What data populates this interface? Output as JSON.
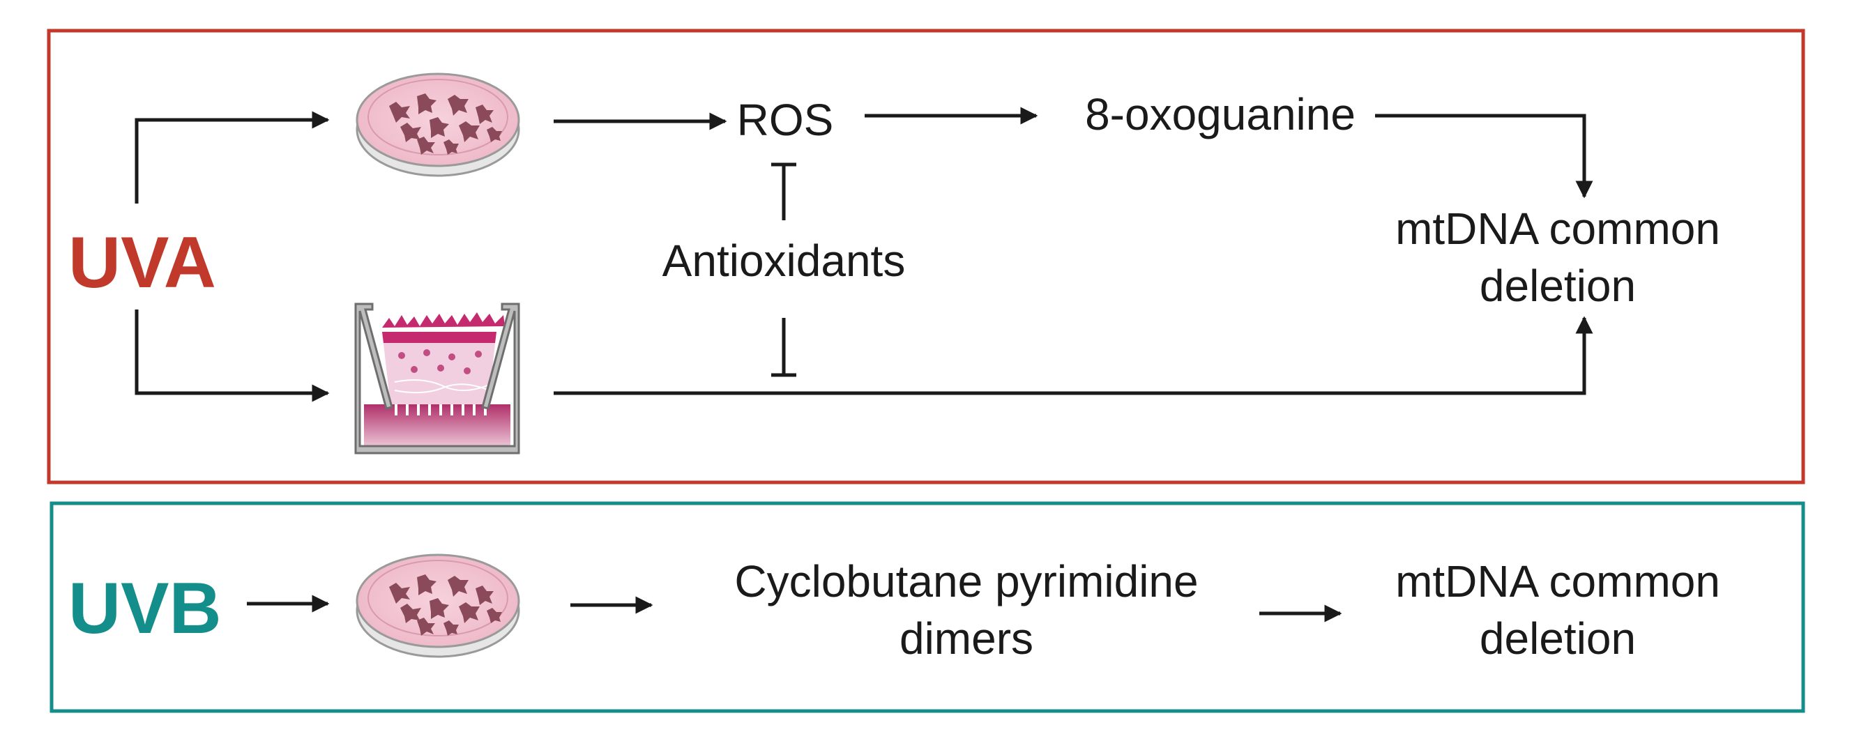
{
  "uva_panel": {
    "label": "UVA",
    "border_color": "#c0392b",
    "label_color": "#c0392b",
    "ros": "ROS",
    "oxoguanine": "8-oxoguanine",
    "antioxidants": "Antioxidants",
    "outcome_line1": "mtDNA common",
    "outcome_line2": "deletion",
    "top_model_icon": "petri-dish-cells-icon",
    "bottom_model_icon": "skin-tissue-transwell-icon"
  },
  "uvb_panel": {
    "label": "UVB",
    "border_color": "#138e8a",
    "label_color": "#138e8a",
    "lesion_line1": "Cyclobutane pyrimidine",
    "lesion_line2": "dimers",
    "outcome_line1": "mtDNA common",
    "outcome_line2": "deletion",
    "model_icon": "petri-dish-cells-icon"
  }
}
